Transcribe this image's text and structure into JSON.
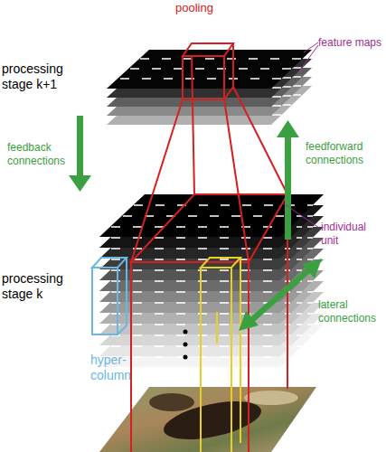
{
  "diagram": {
    "labels": [
      "pooling",
      "feature maps",
      "processing stage k+1",
      "feedback connections",
      "feedforward connections",
      "individual unit",
      "processing stage k",
      "lateral connections",
      "hyper-column"
    ]
  }
}
